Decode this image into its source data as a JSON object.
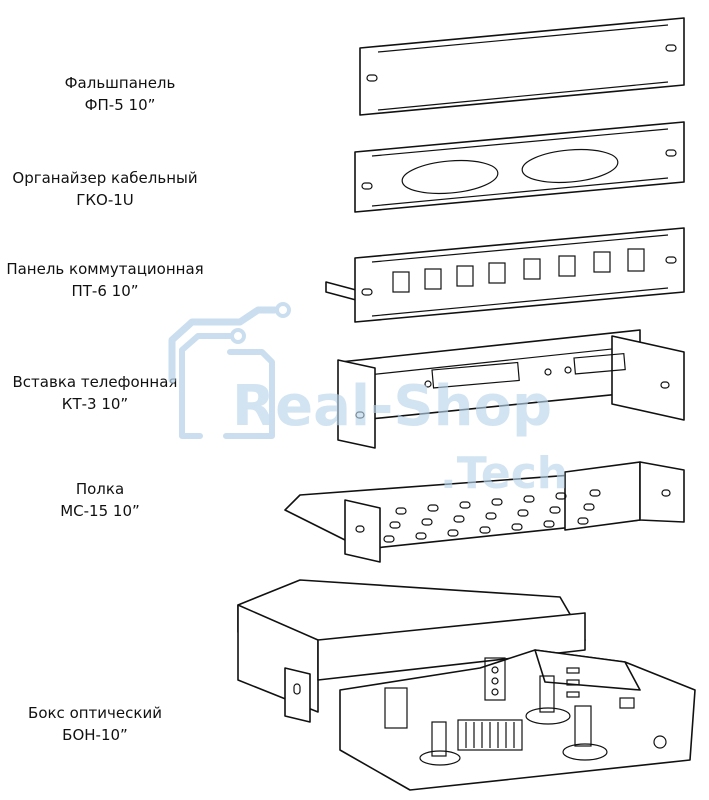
{
  "items": [
    {
      "name": "Фальшпанель",
      "model": "ФП-5 10”"
    },
    {
      "name": "Органайзер кабельный",
      "model": "ГКО-1U"
    },
    {
      "name": "Панель коммутационная",
      "model": "ПТ-6 10”"
    },
    {
      "name": "Вставка телефонная",
      "model": "КТ-3 10”"
    },
    {
      "name": "Полка",
      "model": "МС-15 10”"
    },
    {
      "name": "Бокс оптический",
      "model": "БОН-10”"
    }
  ],
  "watermark": {
    "line1": "Real-Shop",
    "line2": ".Tech",
    "color": "#b9d4ea"
  }
}
